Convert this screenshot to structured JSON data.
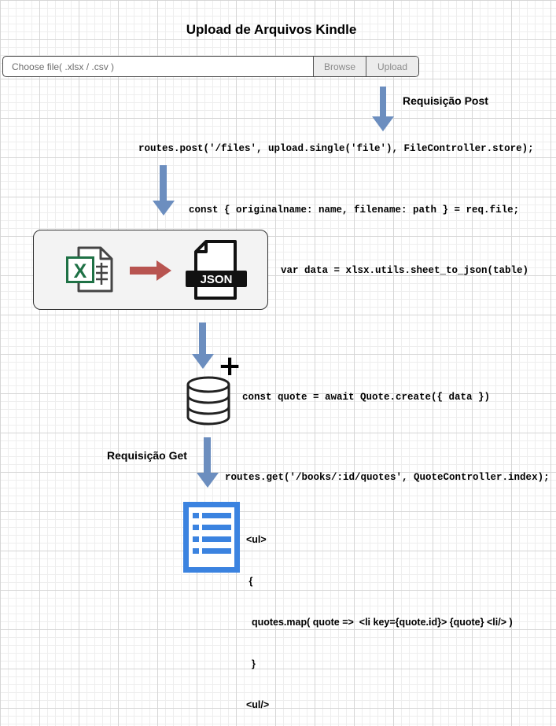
{
  "title": "Upload de Arquivos Kindle",
  "upload": {
    "placeholder": "Choose file( .xlsx / .csv )",
    "browse_label": "Browse",
    "upload_label": "Upload"
  },
  "labels": {
    "post_request": "Requisição Post",
    "get_request": "Requisição Get"
  },
  "code": {
    "post_route": "routes.post('/files', upload.single('file'), FileController.store);",
    "destructure": "const { originalname: name, filename: path } = req.file;",
    "sheet_to_json": "var data = xlsx.utils.sheet_to_json(table)",
    "create_quote": "const quote = await Quote.create({ data })",
    "get_route": "routes.get('/books/:id/quotes', QuoteController.index);"
  },
  "jsx_lines": [
    "<ul>",
    " {",
    "  quotes.map( quote =>  <li key={quote.id}> {quote} <li/> )",
    "  }",
    "<ul/>"
  ],
  "icons": {
    "excel_text": "X",
    "json_text": "JSON",
    "plus_text": "+"
  },
  "colors": {
    "arrow_blue": "#6c8ebf",
    "arrow_red": "#b85450",
    "excel_green": "#1e7145",
    "list_blue": "#3b83e0"
  }
}
